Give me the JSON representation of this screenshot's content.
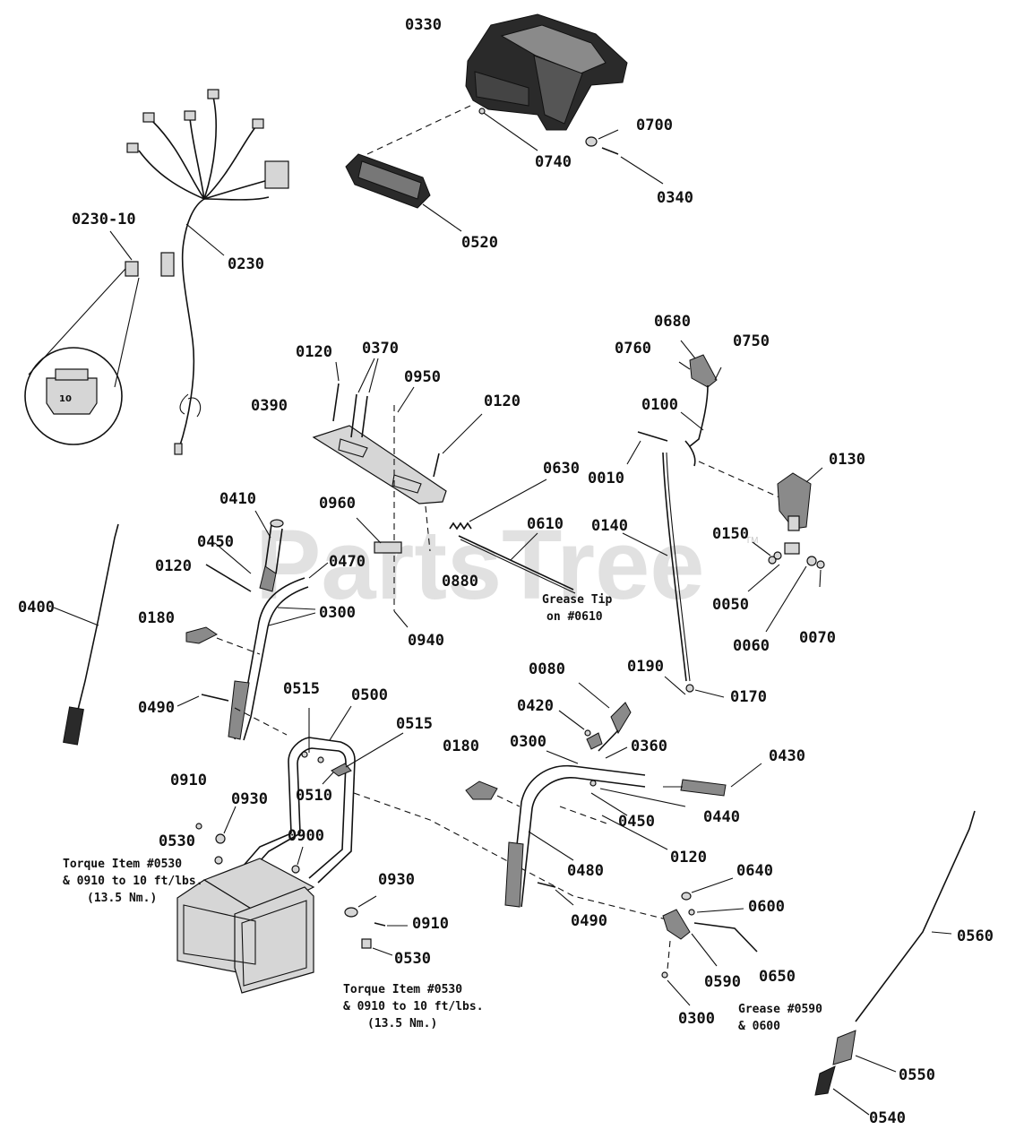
{
  "watermark": {
    "text": "PartsTree",
    "trademark": "TM"
  },
  "fuse": {
    "value": "10"
  },
  "labels": {
    "l0330": "0330",
    "l0700": "0700",
    "l0740": "0740",
    "l0340": "0340",
    "l0520": "0520",
    "l0230_10": "0230-10",
    "l0230": "0230",
    "l0120a": "0120",
    "l0370": "0370",
    "l0390": "0390",
    "l0950": "0950",
    "l0120b": "0120",
    "l0630": "0630",
    "l0960": "0960",
    "l0610": "0610",
    "l0880": "0880",
    "l0940": "0940",
    "l0680": "0680",
    "l0760": "0760",
    "l0750": "0750",
    "l0100": "0100",
    "l0010": "0010",
    "l0130": "0130",
    "l0140": "0140",
    "l0150": "0150",
    "l0050": "0050",
    "l0060": "0060",
    "l0070": "0070",
    "l0190": "0190",
    "l0170": "0170",
    "l0410": "0410",
    "l0450a": "0450",
    "l0120c": "0120",
    "l0470": "0470",
    "l0300a": "0300",
    "l0180a": "0180",
    "l0400": "0400",
    "l0490a": "0490",
    "l0515a": "0515",
    "l0500": "0500",
    "l0515b": "0515",
    "l0510": "0510",
    "l0910a": "0910",
    "l0930a": "0930",
    "l0530a": "0530",
    "l0900": "0900",
    "l0930b": "0930",
    "l0910b": "0910",
    "l0530b": "0530",
    "l0080": "0080",
    "l0420": "0420",
    "l0300b": "0300",
    "l0360": "0360",
    "l0180b": "0180",
    "l0430": "0430",
    "l0440": "0440",
    "l0450b": "0450",
    "l0120d": "0120",
    "l0480": "0480",
    "l0490b": "0490",
    "l0640": "0640",
    "l0600": "0600",
    "l0590": "0590",
    "l0650": "0650",
    "l0300c": "0300",
    "l0560": "0560",
    "l0550": "0550",
    "l0540": "0540"
  },
  "notes": {
    "grease_tip": [
      "Grease Tip",
      "on #0610"
    ],
    "torque_left": [
      "Torque Item #0530",
      "& 0910 to 10 ft/lbs.",
      "(13.5 Nm.)"
    ],
    "torque_bottom": [
      "Torque Item #0530",
      "& 0910 to 10 ft/lbs.",
      "(13.5 Nm.)"
    ],
    "grease_bottom": [
      "Grease #0590",
      "& 0600"
    ]
  }
}
